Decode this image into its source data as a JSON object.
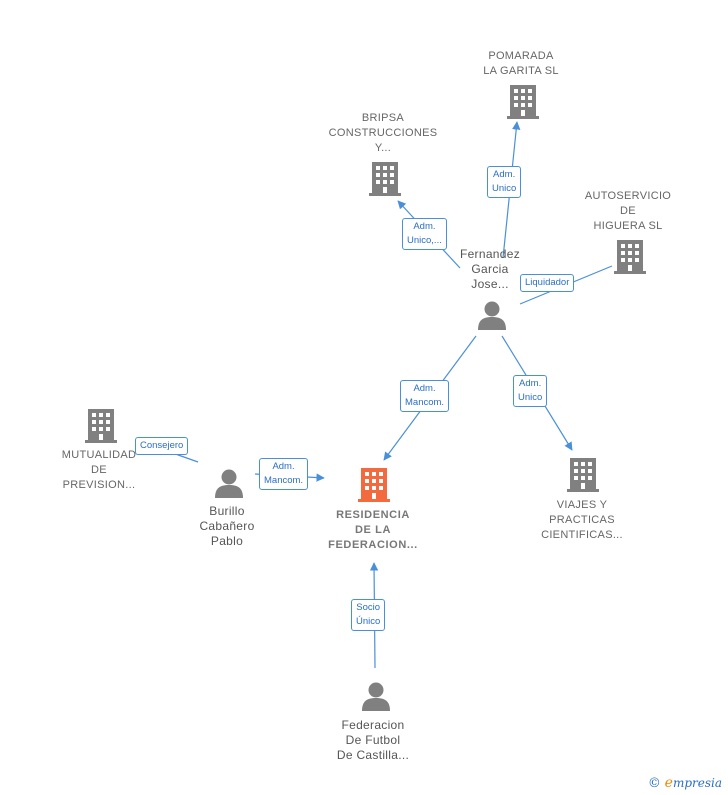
{
  "colors": {
    "edge": "#4a90d9",
    "company": "#808080",
    "company_main": "#f26a3d",
    "person": "#808080"
  },
  "nodes": {
    "pomarada": {
      "label": "POMARADA\nLA GARITA SL",
      "icon": "building-icon"
    },
    "bripsa": {
      "label": "BRIPSA\nCONSTRUCCIONES\nY...",
      "icon": "building-icon"
    },
    "autoservicio": {
      "label": "AUTOSERVICIO\nDE\nHIGUERA SL",
      "icon": "building-icon"
    },
    "fernandez": {
      "label": "Fernandez\nGarcia\nJose...",
      "icon": "person-icon"
    },
    "mutualidad": {
      "label": "MUTUALIDAD\nDE\nPREVISION...",
      "icon": "building-icon"
    },
    "burillo": {
      "label": "Burillo\nCabañero\nPablo",
      "icon": "person-icon"
    },
    "residencia": {
      "label": "RESIDENCIA\nDE LA\nFEDERACION...",
      "icon": "building-icon"
    },
    "viajes": {
      "label": "VIAJES Y\nPRACTICAS\nCIENTIFICAS...",
      "icon": "building-icon"
    },
    "federacion": {
      "label": "Federacion\nDe Futbol\nDe Castilla...",
      "icon": "person-icon"
    }
  },
  "edges": {
    "fernandez_pomarada": "Adm.\nUnico",
    "fernandez_bripsa": "Adm.\nUnico,...",
    "fernandez_autoservicio": "Liquidador",
    "fernandez_residencia": "Adm.\nMancom.",
    "fernandez_viajes": "Adm.\nUnico",
    "burillo_mutualidad": "Consejero",
    "burillo_residencia": "Adm.\nMancom.",
    "federacion_residencia": "Socio\nÚnico"
  },
  "credit": {
    "copyright": "©",
    "brand_initial": "e",
    "brand_rest": "mpresia"
  }
}
